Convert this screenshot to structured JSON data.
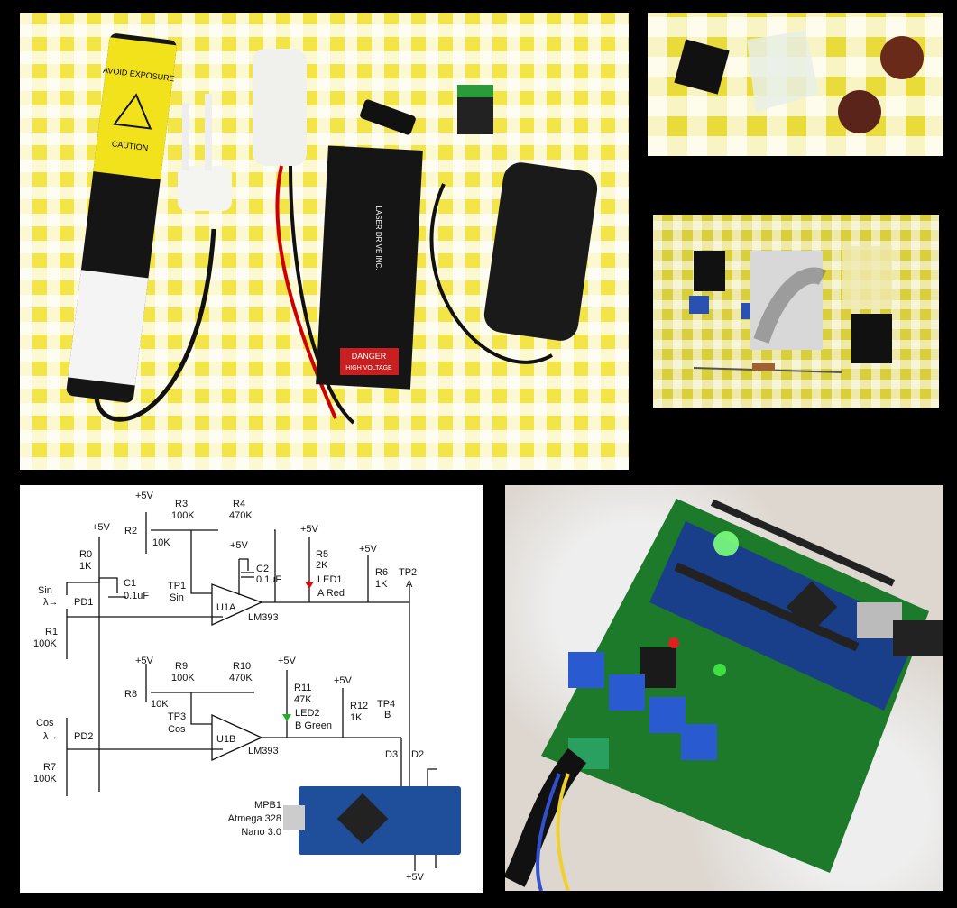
{
  "photo_laser_kit": {
    "tube_warning": "AVOID EXPOSURE",
    "tube_caution": "CAUTION",
    "driver_brand": "LASER DRIVE INC.",
    "driver_danger": "DANGER",
    "driver_hv": "HIGH VOLTAGE"
  },
  "schematic": {
    "supply": "+5V",
    "R0": {
      "name": "R0",
      "value": "1K"
    },
    "R1": {
      "name": "R1",
      "value": "100K"
    },
    "R2": {
      "name": "R2",
      "value": "10K"
    },
    "R3": {
      "name": "R3",
      "value": "100K"
    },
    "R4": {
      "name": "R4",
      "value": "470K"
    },
    "R5": {
      "name": "R5",
      "value": "2K"
    },
    "R6": {
      "name": "R6",
      "value": "1K"
    },
    "R7": {
      "name": "R7",
      "value": "100K"
    },
    "R8": {
      "name": "R8",
      "value": "10K"
    },
    "R9": {
      "name": "R9",
      "value": "100K"
    },
    "R10": {
      "name": "R10",
      "value": "470K"
    },
    "R11": {
      "name": "R11",
      "value": "47K"
    },
    "R12": {
      "name": "R12",
      "value": "1K"
    },
    "C1": {
      "name": "C1",
      "value": "0.1uF"
    },
    "C2": {
      "name": "C2",
      "value": "0.1uF"
    },
    "PD1": {
      "name": "PD1",
      "signal": "Sin",
      "lambda": "λ→"
    },
    "PD2": {
      "name": "PD2",
      "signal": "Cos",
      "lambda": "λ→"
    },
    "TP1": {
      "name": "TP1",
      "label": "Sin"
    },
    "TP2": {
      "name": "TP2",
      "label": "A"
    },
    "TP3": {
      "name": "TP3",
      "label": "Cos"
    },
    "TP4": {
      "name": "TP4",
      "label": "B"
    },
    "U1A": {
      "name": "U1A",
      "part": "LM393"
    },
    "U1B": {
      "name": "U1B",
      "part": "LM393"
    },
    "LED1": {
      "name": "LED1",
      "label": "A Red",
      "color": "#d01010"
    },
    "LED2": {
      "name": "LED2",
      "label": "B Green",
      "color": "#20b020"
    },
    "pin_D3": "D3",
    "pin_D2": "D2",
    "mcu": {
      "name": "MPB1",
      "chip": "Atmega 328",
      "board": "Nano 3.0"
    }
  }
}
